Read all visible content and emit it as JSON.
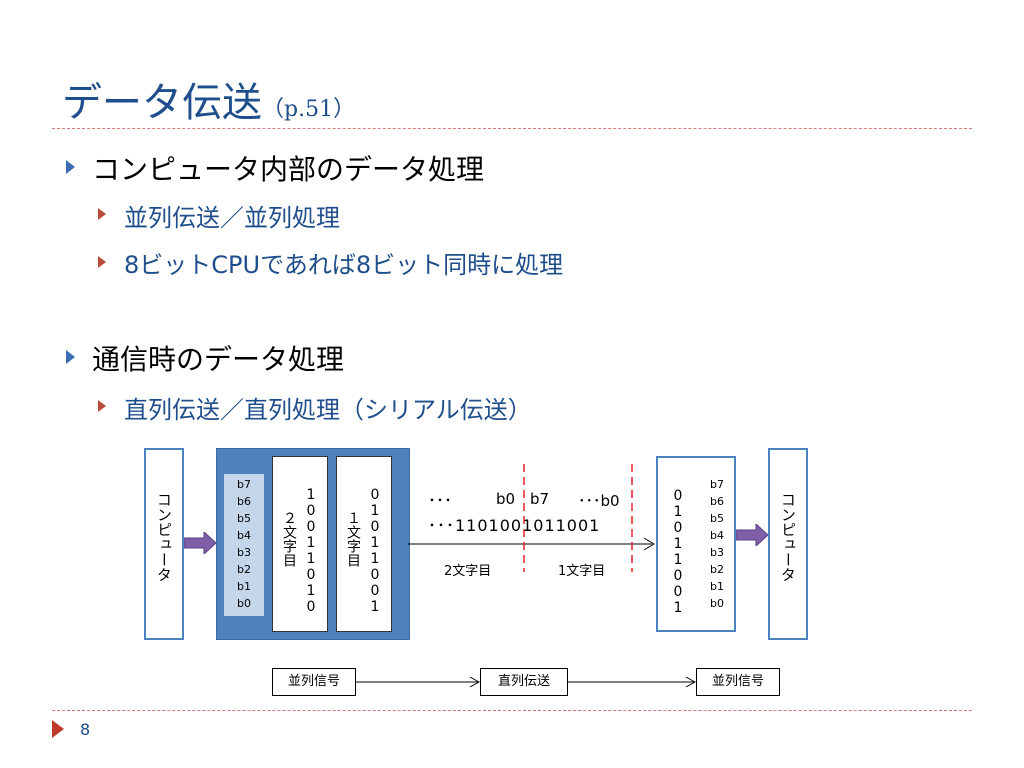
{
  "slide": {
    "title": "データ伝送",
    "title_page": "（p.51）",
    "bullets": [
      {
        "text": "コンピュータ内部のデータ処理",
        "sub": [
          "並列伝送／並列処理",
          "8ビットCPUであれば8ビット同時に処理"
        ]
      },
      {
        "text": "通信時のデータ処理",
        "sub": [
          "直列伝送／直列処理（シリアル伝送）"
        ]
      }
    ],
    "page_number": "8"
  },
  "diagram": {
    "left_computer": "コンピュータ",
    "right_computer": "コンピュータ",
    "bit_labels": [
      "b7",
      "b6",
      "b5",
      "b4",
      "b3",
      "b2",
      "b1",
      "b0"
    ],
    "char2_label": "２文字目",
    "char2_bits": "10011010",
    "char1_label": "１文字目",
    "char1_bits": "01011001",
    "stream_dots": "･･･",
    "stream_b0_left": "b0",
    "stream_b7": "b7",
    "stream_b0_right": "･･･b0",
    "stream_bits": "･･･1101001011001",
    "stream_char2": "2文字目",
    "stream_char1": "1文字目",
    "recv_bits": "01011001",
    "signals": [
      "並列信号",
      "直列伝送",
      "並列信号"
    ],
    "colors": {
      "accent": "#4f81bd",
      "dark_blue": "#1f4e8c",
      "arrow": "#7f5fa8",
      "divider": "#e0242c"
    }
  }
}
